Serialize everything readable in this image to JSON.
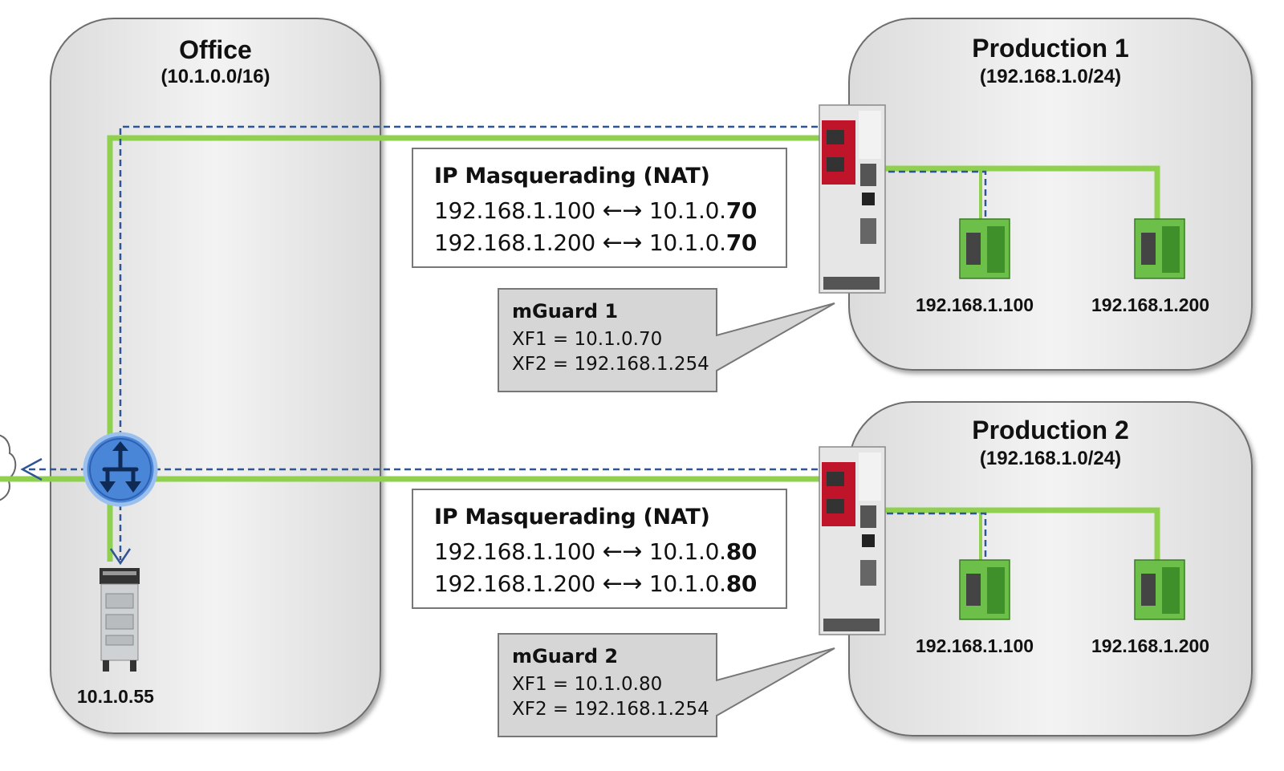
{
  "zones": {
    "office": {
      "title": "Office",
      "subnet": "(10.1.0.0/16)"
    },
    "production1": {
      "title": "Production 1",
      "subnet": "(192.168.1.0/24)"
    },
    "production2": {
      "title": "Production 2",
      "subnet": "(192.168.1.0/24)"
    }
  },
  "nat1": {
    "title": "IP Masquerading (NAT)",
    "rows": [
      {
        "left": "192.168.1.100",
        "arrow": "←→",
        "prefix": "10.1.0.",
        "suffix": "70"
      },
      {
        "left": "192.168.1.200",
        "arrow": "←→",
        "prefix": "10.1.0.",
        "suffix": "70"
      }
    ]
  },
  "nat2": {
    "title": "IP Masquerading (NAT)",
    "rows": [
      {
        "left": "192.168.1.100",
        "arrow": "←→",
        "prefix": "10.1.0.",
        "suffix": "80"
      },
      {
        "left": "192.168.1.200",
        "arrow": "←→",
        "prefix": "10.1.0.",
        "suffix": "80"
      }
    ]
  },
  "mguard1": {
    "title": "mGuard 1",
    "xf1": "XF1 = 10.1.0.70",
    "xf2": "XF2 = 192.168.1.254"
  },
  "mguard2": {
    "title": "mGuard 2",
    "xf1": "XF1 = 10.1.0.80",
    "xf2": "XF2 = 192.168.1.254"
  },
  "hosts": {
    "office_server": "10.1.0.55",
    "p1_device1": "192.168.1.100",
    "p1_device2": "192.168.1.200",
    "p2_device1": "192.168.1.100",
    "p2_device2": "192.168.1.200"
  },
  "colors": {
    "link_solid": "#8fd14f",
    "link_dashed": "#2f5597",
    "router": "#4a86d8",
    "mguard_red": "#c0142a"
  },
  "icons": [
    "router-icon",
    "server-icon",
    "mguard-icon",
    "plc-icon",
    "cloud-icon"
  ]
}
